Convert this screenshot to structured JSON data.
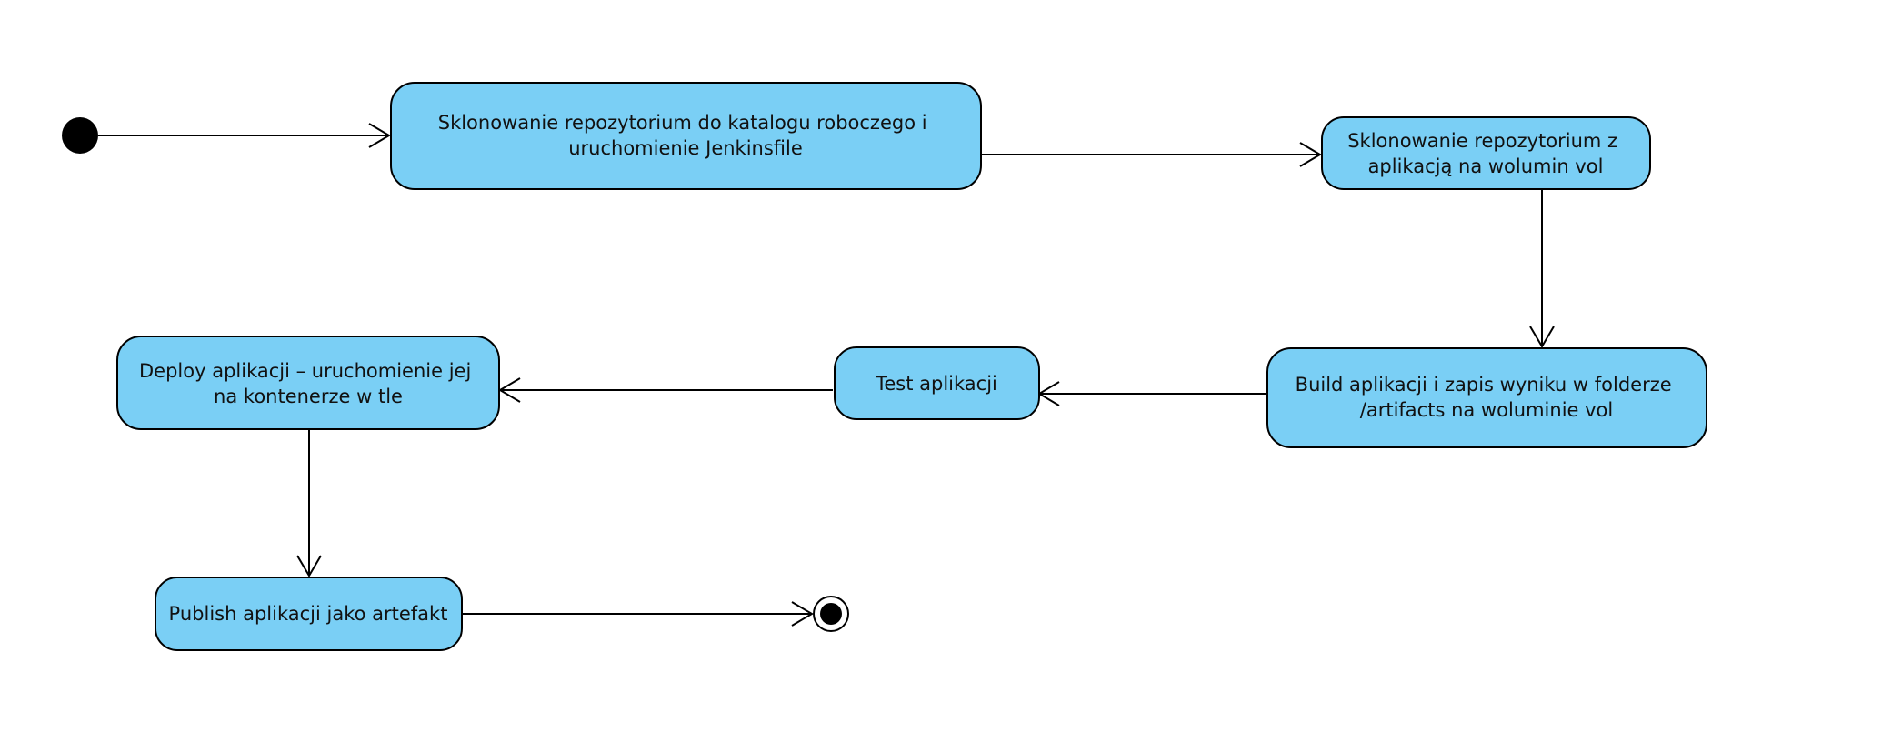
{
  "diagram": {
    "colors": {
      "state_fill": "#7ACFF5",
      "stroke": "#000000",
      "background": "#FFFFFF"
    },
    "states": [
      {
        "id": "clone-jenkins",
        "lines": [
          "Sklonowanie repozytorium do katalogu roboczego i",
          "uruchomienie Jenkinsfile"
        ]
      },
      {
        "id": "clone-volume",
        "lines": [
          "Sklonowanie repozytorium z",
          "aplikacją na wolumin vol"
        ]
      },
      {
        "id": "build",
        "lines": [
          "Build aplikacji i zapis wyniku w folderze",
          "/artifacts na woluminie vol"
        ]
      },
      {
        "id": "test",
        "lines": [
          "Test aplikacji"
        ]
      },
      {
        "id": "deploy",
        "lines": [
          "Deploy aplikacji – uruchomienie jej",
          "na kontenerze w tle"
        ]
      },
      {
        "id": "publish",
        "lines": [
          "Publish aplikacji jako artefakt"
        ]
      }
    ]
  }
}
